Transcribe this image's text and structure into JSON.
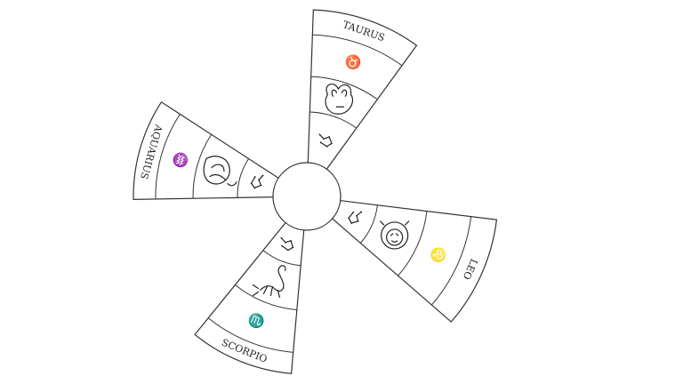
{
  "center": {
    "color": "#ffffff"
  },
  "sectors": [
    {
      "id": "taurus",
      "name": "TAURUS",
      "symbol": "♉",
      "icon": "bull-head-icon",
      "constellation": "taurus-constellation-icon"
    },
    {
      "id": "aquarius",
      "name": "AQUARIUS",
      "symbol": "♒",
      "icon": "water-bearer-icon",
      "constellation": "aquarius-constellation-icon"
    },
    {
      "id": "leo",
      "name": "LEO",
      "symbol": "♌",
      "icon": "lion-head-icon",
      "constellation": "leo-constellation-icon"
    },
    {
      "id": "scorpio",
      "name": "SCORPIO",
      "symbol": "♏",
      "icon": "scorpion-icon",
      "constellation": "scorpio-constellation-icon"
    }
  ],
  "colors": {
    "stroke": "#333333",
    "fill": "#ffffff"
  }
}
